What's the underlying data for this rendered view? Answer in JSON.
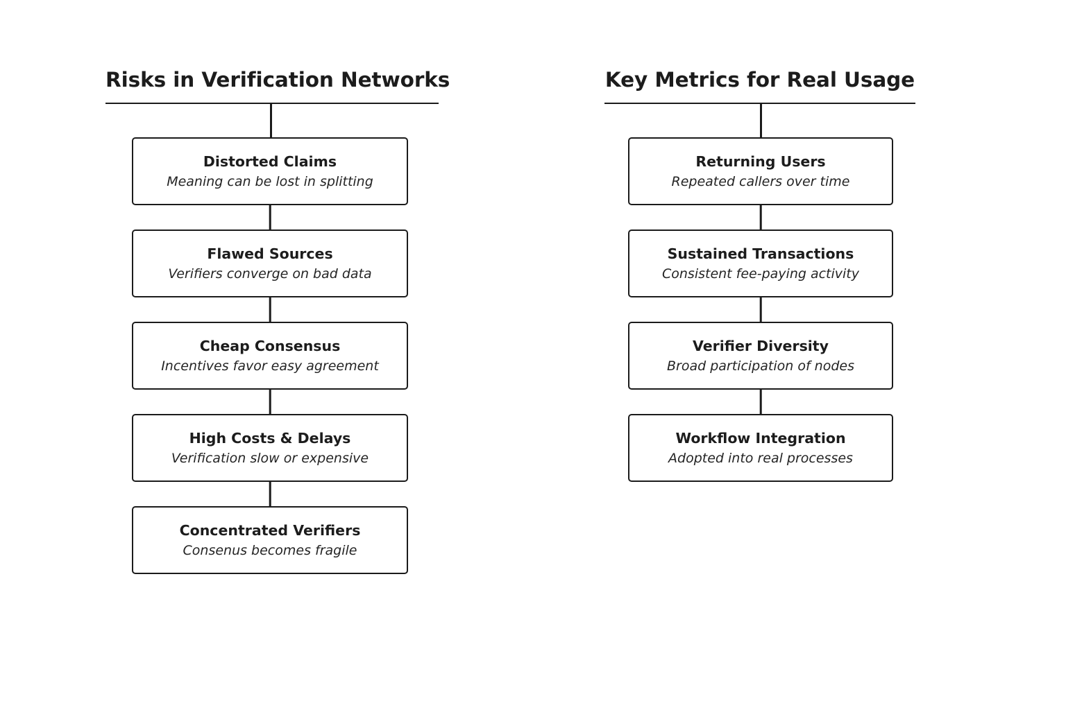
{
  "page": {
    "background_color": "#ffffff",
    "stroke_color": "#1b1b1b",
    "text_color": "#1c1c1c"
  },
  "columns": [
    {
      "id": "risks",
      "title": "Risks in Verification Networks",
      "nodes": [
        {
          "title": "Distorted Claims",
          "desc": "Meaning can be lost in splitting"
        },
        {
          "title": "Flawed Sources",
          "desc": "Verifiers converge on bad data"
        },
        {
          "title": "Cheap Consensus",
          "desc": "Incentives favor easy agreement"
        },
        {
          "title": "High Costs & Delays",
          "desc": "Verification slow or expensive"
        },
        {
          "title": "Concentrated Verifiers",
          "desc": "Consenus becomes fragile"
        }
      ]
    },
    {
      "id": "metrics",
      "title": "Key Metrics for Real Usage",
      "nodes": [
        {
          "title": "Returning Users",
          "desc": "Repeated callers over time"
        },
        {
          "title": "Sustained Transactions",
          "desc": "Consistent fee-paying activity"
        },
        {
          "title": "Verifier Diversity",
          "desc": "Broad participation of nodes"
        },
        {
          "title": "Workflow Integration",
          "desc": "Adopted into real processes"
        }
      ]
    }
  ]
}
